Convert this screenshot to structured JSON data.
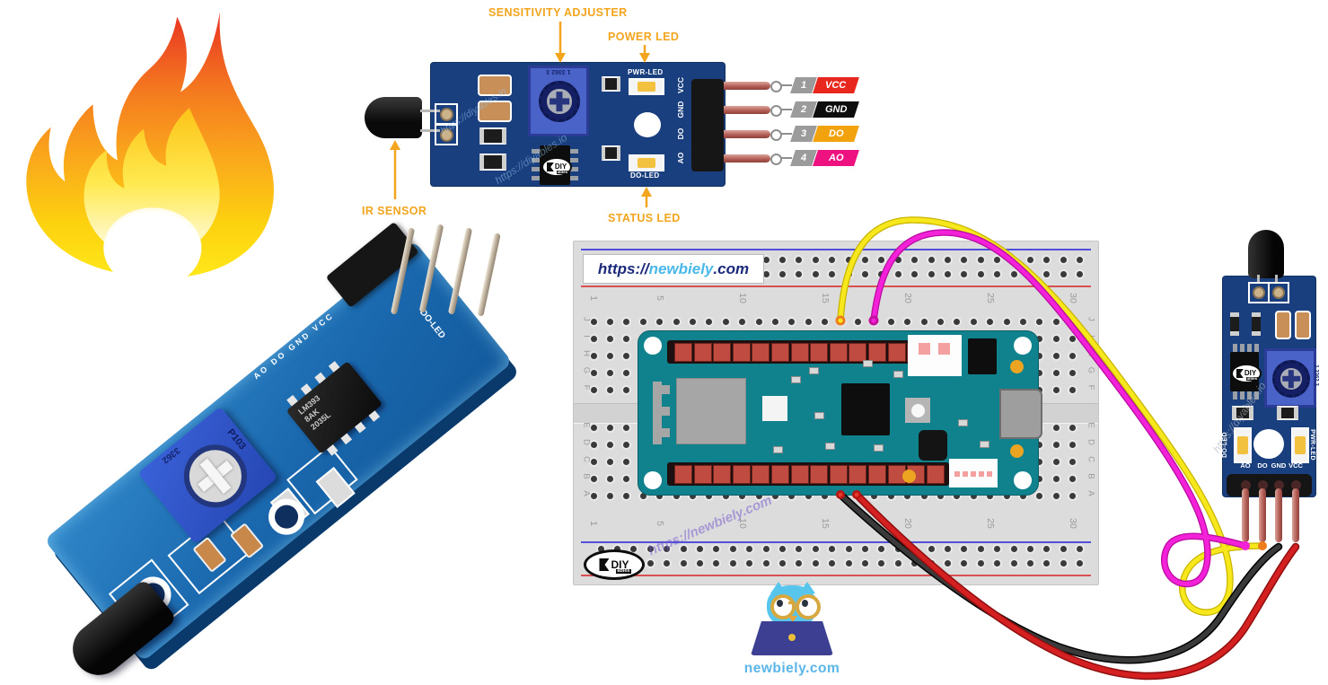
{
  "annotations": {
    "sensitivity_adjuster": "SENSITIVITY ADJUSTER",
    "power_led": "POWER LED",
    "ir_sensor": "IR SENSOR",
    "status_led": "STATUS LED",
    "color": "#f2a51d"
  },
  "module_top": {
    "pwr_led": "PWR-LED",
    "do_led": "DO-LED",
    "pot_text": "1 3362 3",
    "pins": [
      "VCC",
      "GND",
      "DO",
      "AO"
    ],
    "watermark": "https://diyables.io",
    "logo_diy": "DIY",
    "logo_ables": "ables"
  },
  "pin_callouts": [
    {
      "num": "1",
      "label": "VCC",
      "color": "#e8281e"
    },
    {
      "num": "2",
      "label": "GND",
      "color": "#0d0d0d"
    },
    {
      "num": "3",
      "label": "DO",
      "color": "#f2a20d"
    },
    {
      "num": "4",
      "label": "AO",
      "color": "#ee1280"
    }
  ],
  "breadboard": {
    "label_https": "https://",
    "label_site": "newbiely",
    "label_tld": ".com",
    "watermark": "https://newbiely.com",
    "column_numbers": [
      "1",
      "5",
      "10",
      "15",
      "20",
      "25",
      "30"
    ],
    "row_letters_top": [
      "J",
      "I",
      "H",
      "G",
      "F"
    ],
    "row_letters_bottom": [
      "E",
      "D",
      "C",
      "B",
      "A"
    ],
    "logo_diy": "DIY",
    "logo_ables": "ables"
  },
  "module_right": {
    "pins": [
      "AO",
      "DO",
      "GND",
      "VCC"
    ],
    "do_led": "DO-LED",
    "pwr_led": "PWR-LED",
    "pot_text": "1 3362 3",
    "watermark": "https://diyables.io",
    "logo_diy": "DIY",
    "logo_ables": "ables"
  },
  "photo_module": {
    "pot_top": "3362",
    "pot_side": "P103",
    "chip_line1": "LM393",
    "chip_line2": "8AK",
    "chip_line3": "2035L",
    "edge_pins_text": "AO DO GND VCC",
    "do_led": "DO-LED",
    "resistor_code": "103"
  },
  "footer": {
    "site": "newbiely.com"
  },
  "wires": {
    "yellow": "#f6e81c",
    "magenta": "#f321d7",
    "black": "#3a3a3a",
    "red": "#d42020"
  },
  "colors": {
    "pcb_blue": "#1a3f7e",
    "arduino_teal": "#0f828e",
    "newbiely_dark": "#1b2a7b",
    "newbiely_light": "#4ab8e8",
    "annotation_orange": "#f2a51d"
  }
}
